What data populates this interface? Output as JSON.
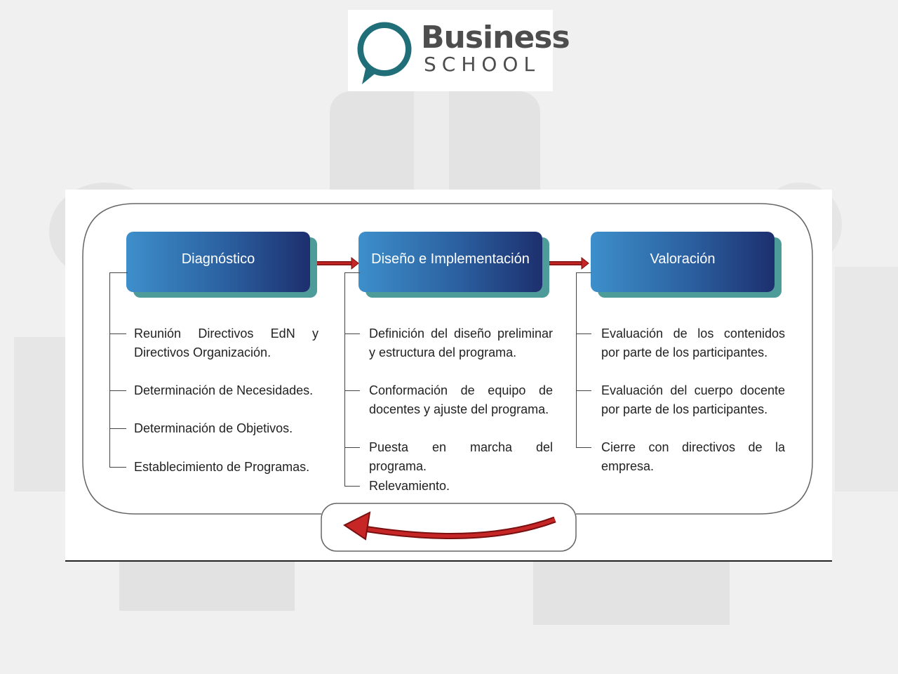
{
  "logo": {
    "line1": "Business",
    "line2": "SCHOOL",
    "ring_color": "#1f6e78"
  },
  "phases": [
    {
      "title": "Diagnóstico",
      "items": [
        "Reunión Directivos EdN y Directivos Organización.",
        "Determinación de Necesidades.",
        "Determinación de Objetivos.",
        "Establecimiento de Programas."
      ]
    },
    {
      "title": "Diseño e Implementación",
      "items": [
        "Definición del diseño preliminar y estructura del programa.",
        "Conformación de equipo de docentes y ajuste del programa.",
        "Puesta en marcha del programa.",
        "Relevamiento."
      ]
    },
    {
      "title": "Valoración",
      "items": [
        "Evaluación de los contenidos por parte de los participantes.",
        "Evaluación del cuerpo docente por parte de los participantes.",
        "Cierre con directivos de la empresa."
      ]
    }
  ],
  "colors": {
    "phase_gradient_start": "#3d8fcb",
    "phase_gradient_end": "#1d2f6e",
    "phase_shadow": "#4e9c9a",
    "arrow": "#b01e1e"
  }
}
